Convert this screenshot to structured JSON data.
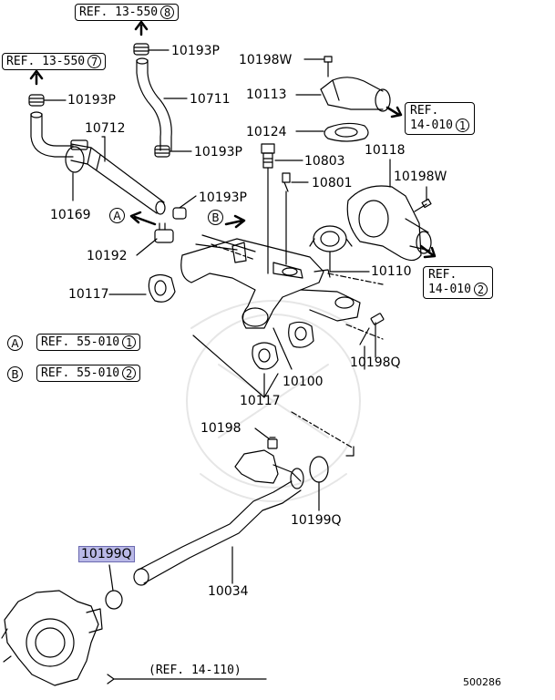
{
  "refs": {
    "r1": {
      "text": "REF. 13-550",
      "num": "8"
    },
    "r2": {
      "text": "REF. 13-550",
      "num": "7"
    },
    "r3": {
      "text": "REF.",
      "line2": "14-010",
      "num": "1"
    },
    "r4": {
      "text": "REF.",
      "line2": "14-010",
      "num": "2"
    },
    "rA": {
      "letter": "A",
      "text": "REF. 55-010",
      "num": "1"
    },
    "rB": {
      "letter": "B",
      "text": "REF. 55-010",
      "num": "2"
    },
    "r5": {
      "text": "(REF. 14-110)"
    }
  },
  "markers": {
    "a": "A",
    "b": "B"
  },
  "labels": {
    "p10193P_a": "10193P",
    "p10193P_b": "10193P",
    "p10193P_c": "10193P",
    "p10193P_d": "10193P",
    "p10198W_a": "10198W",
    "p10198W_b": "10198W",
    "p10711": "10711",
    "p10113": "10113",
    "p10712": "10712",
    "p10124": "10124",
    "p10803": "10803",
    "p10118": "10118",
    "p10801": "10801",
    "p10169": "10169",
    "p10192": "10192",
    "p10110": "10110",
    "p10117_a": "10117",
    "p10117_b": "10117",
    "p10198Q": "10198Q",
    "p10100": "10100",
    "p10198": "10198",
    "p10199Q_a": "10199Q",
    "p10199Q_b": "10199Q",
    "p10034": "10034"
  },
  "diagram_id": "500286"
}
